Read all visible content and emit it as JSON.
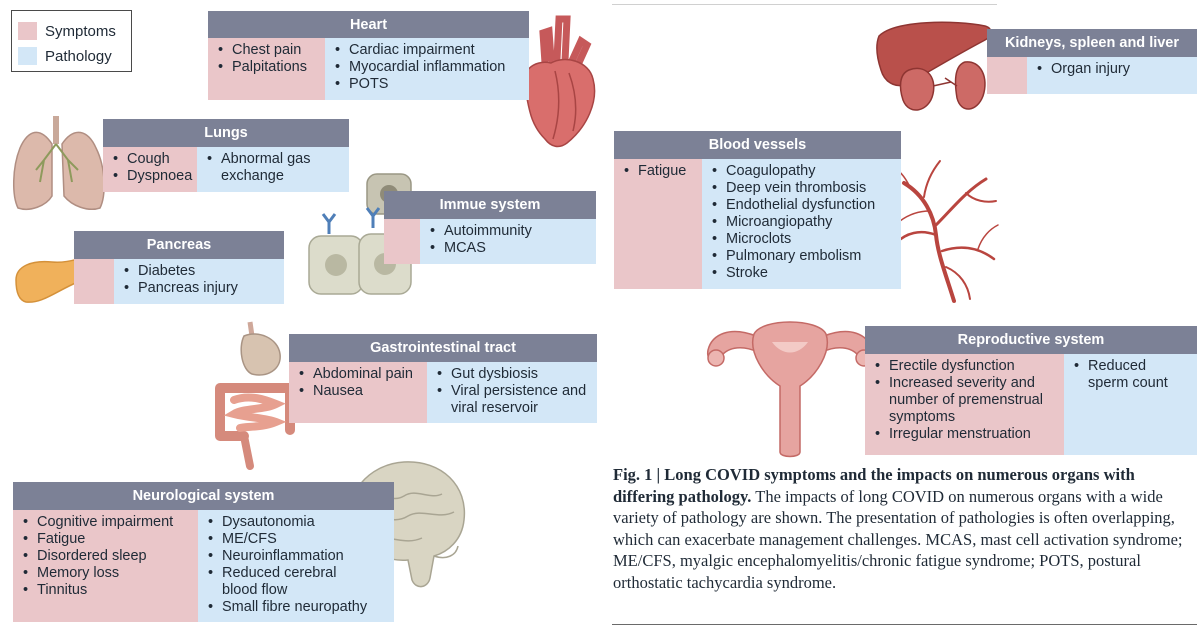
{
  "legend": {
    "symptoms_label": "Symptoms",
    "pathology_label": "Pathology",
    "symptoms_color": "#eac6c9",
    "pathology_color": "#d3e7f7"
  },
  "header_color": "#7c8196",
  "organs": {
    "heart": {
      "title": "Heart",
      "symptoms": [
        "Chest pain",
        "Palpitations"
      ],
      "pathology": [
        "Cardiac impairment",
        "Myocardial inflammation",
        "POTS"
      ]
    },
    "lungs": {
      "title": "Lungs",
      "symptoms": [
        "Cough",
        "Dyspnoea"
      ],
      "pathology": [
        "Abnormal gas exchange"
      ]
    },
    "pancreas": {
      "title": "Pancreas",
      "symptoms": [],
      "pathology": [
        "Diabetes",
        "Pancreas injury"
      ]
    },
    "immune": {
      "title": "Immue system",
      "symptoms": [],
      "pathology": [
        "Autoimmunity",
        "MCAS"
      ]
    },
    "gi": {
      "title": "Gastrointestinal tract",
      "symptoms": [
        "Abdominal pain",
        "Nausea"
      ],
      "pathology": [
        "Gut dysbiosis",
        "Viral persistence and viral reservoir"
      ]
    },
    "neuro": {
      "title": "Neurological system",
      "symptoms": [
        "Cognitive impairment",
        "Fatigue",
        "Disordered sleep",
        "Memory loss",
        "Tinnitus"
      ],
      "pathology": [
        "Dysautonomia",
        "ME/CFS",
        "Neuroinflammation",
        "Reduced cerebral blood flow",
        "Small fibre neuropathy"
      ]
    },
    "kidneys": {
      "title": "Kidneys, spleen and liver",
      "symptoms": [],
      "pathology": [
        "Organ injury"
      ]
    },
    "vessels": {
      "title": "Blood vessels",
      "symptoms": [
        "Fatigue"
      ],
      "pathology": [
        "Coagulopathy",
        "Deep vein thrombosis",
        "Endothelial dysfunction",
        "Microangiopathy",
        "Microclots",
        "Pulmonary embolism",
        "Stroke"
      ]
    },
    "repro": {
      "title": "Reproductive system",
      "symptoms": [
        "Erectile dysfunction",
        "Increased severity and number of premenstrual symptoms",
        "Irregular menstruation"
      ],
      "pathology": [
        "Reduced sperm count"
      ]
    }
  },
  "caption": {
    "label": "Fig. 1 | Long COVID symptoms and the impacts on numerous organs with differing pathology.",
    "text": " The impacts of long COVID on numerous organs with a wide variety of pathology are shown. The presentation of pathologies is often overlapping, which can exacerbate management challenges. MCAS, mast cell activation syndrome; ME/CFS, myalgic encephalomyelitis/chronic fatigue syndrome; POTS, postural orthostatic tachycardia syndrome."
  }
}
